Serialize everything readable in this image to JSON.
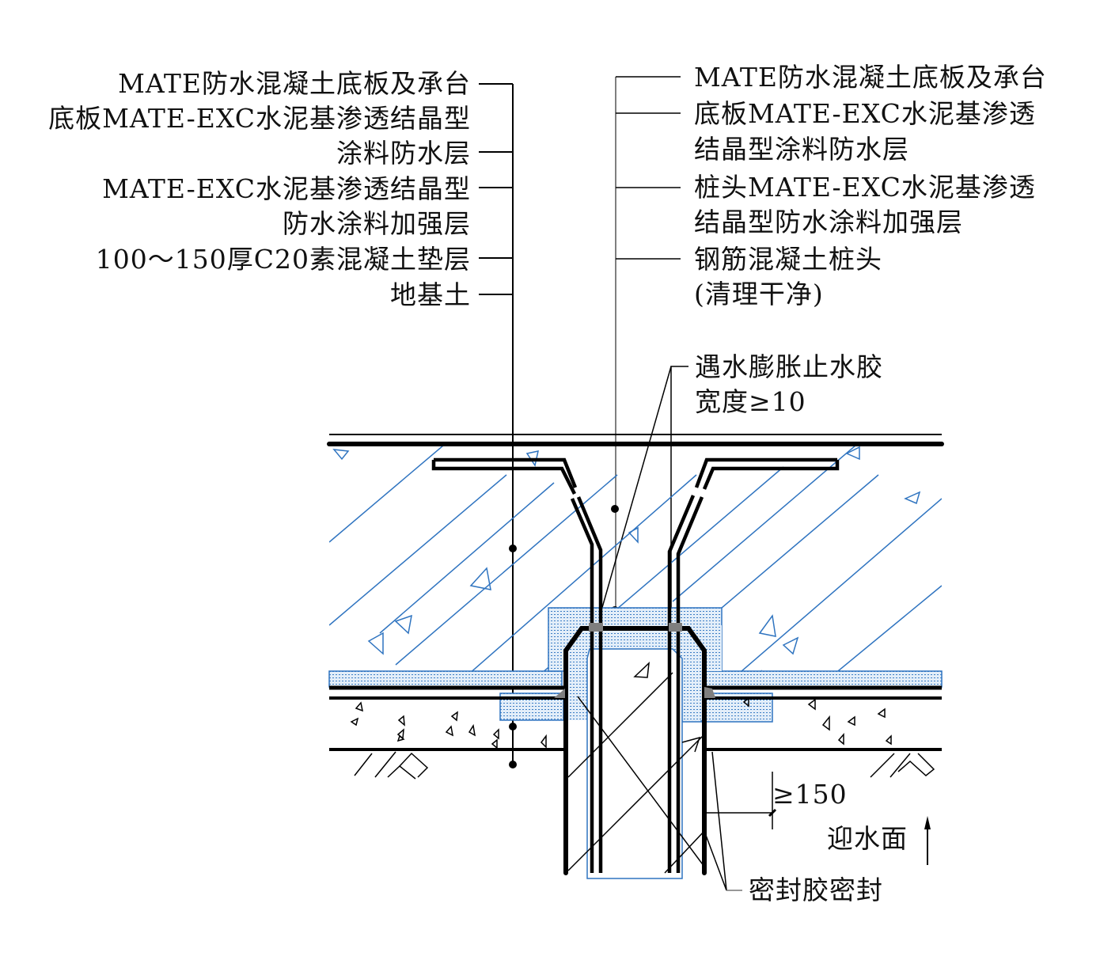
{
  "diagram": {
    "title": "桩头防水构造详图",
    "colors": {
      "line": "#000000",
      "waterproof_blue": "#2f74c0",
      "coating_fill": "#dbe8f6",
      "sealant_gray": "#7f7f7f"
    },
    "left_labels": [
      {
        "text": "MATE防水混凝土底板及承台"
      },
      {
        "text": "底板MATE-EXC水泥基渗透结晶型"
      },
      {
        "text": "涂料防水层"
      },
      {
        "text": "MATE-EXC水泥基渗透结晶型"
      },
      {
        "text": "防水涂料加强层"
      },
      {
        "text": "100～150厚C20素混凝土垫层"
      },
      {
        "text": "地基土"
      }
    ],
    "right_labels": [
      {
        "text": "MATE防水混凝土底板及承台"
      },
      {
        "text": "底板MATE-EXC水泥基渗透"
      },
      {
        "text": "结晶型涂料防水层"
      },
      {
        "text": "桩头MATE-EXC水泥基渗透"
      },
      {
        "text": "结晶型防水涂料加强层"
      },
      {
        "text": "钢筋混凝土桩头"
      },
      {
        "text": "(清理干净)"
      }
    ],
    "swelling_label": {
      "line1": "遇水膨胀止水胶",
      "line2": "宽度≥10"
    },
    "dimension_label": "≥150",
    "water_face_label": "迎水面",
    "sealant_label": "密封胶密封"
  }
}
